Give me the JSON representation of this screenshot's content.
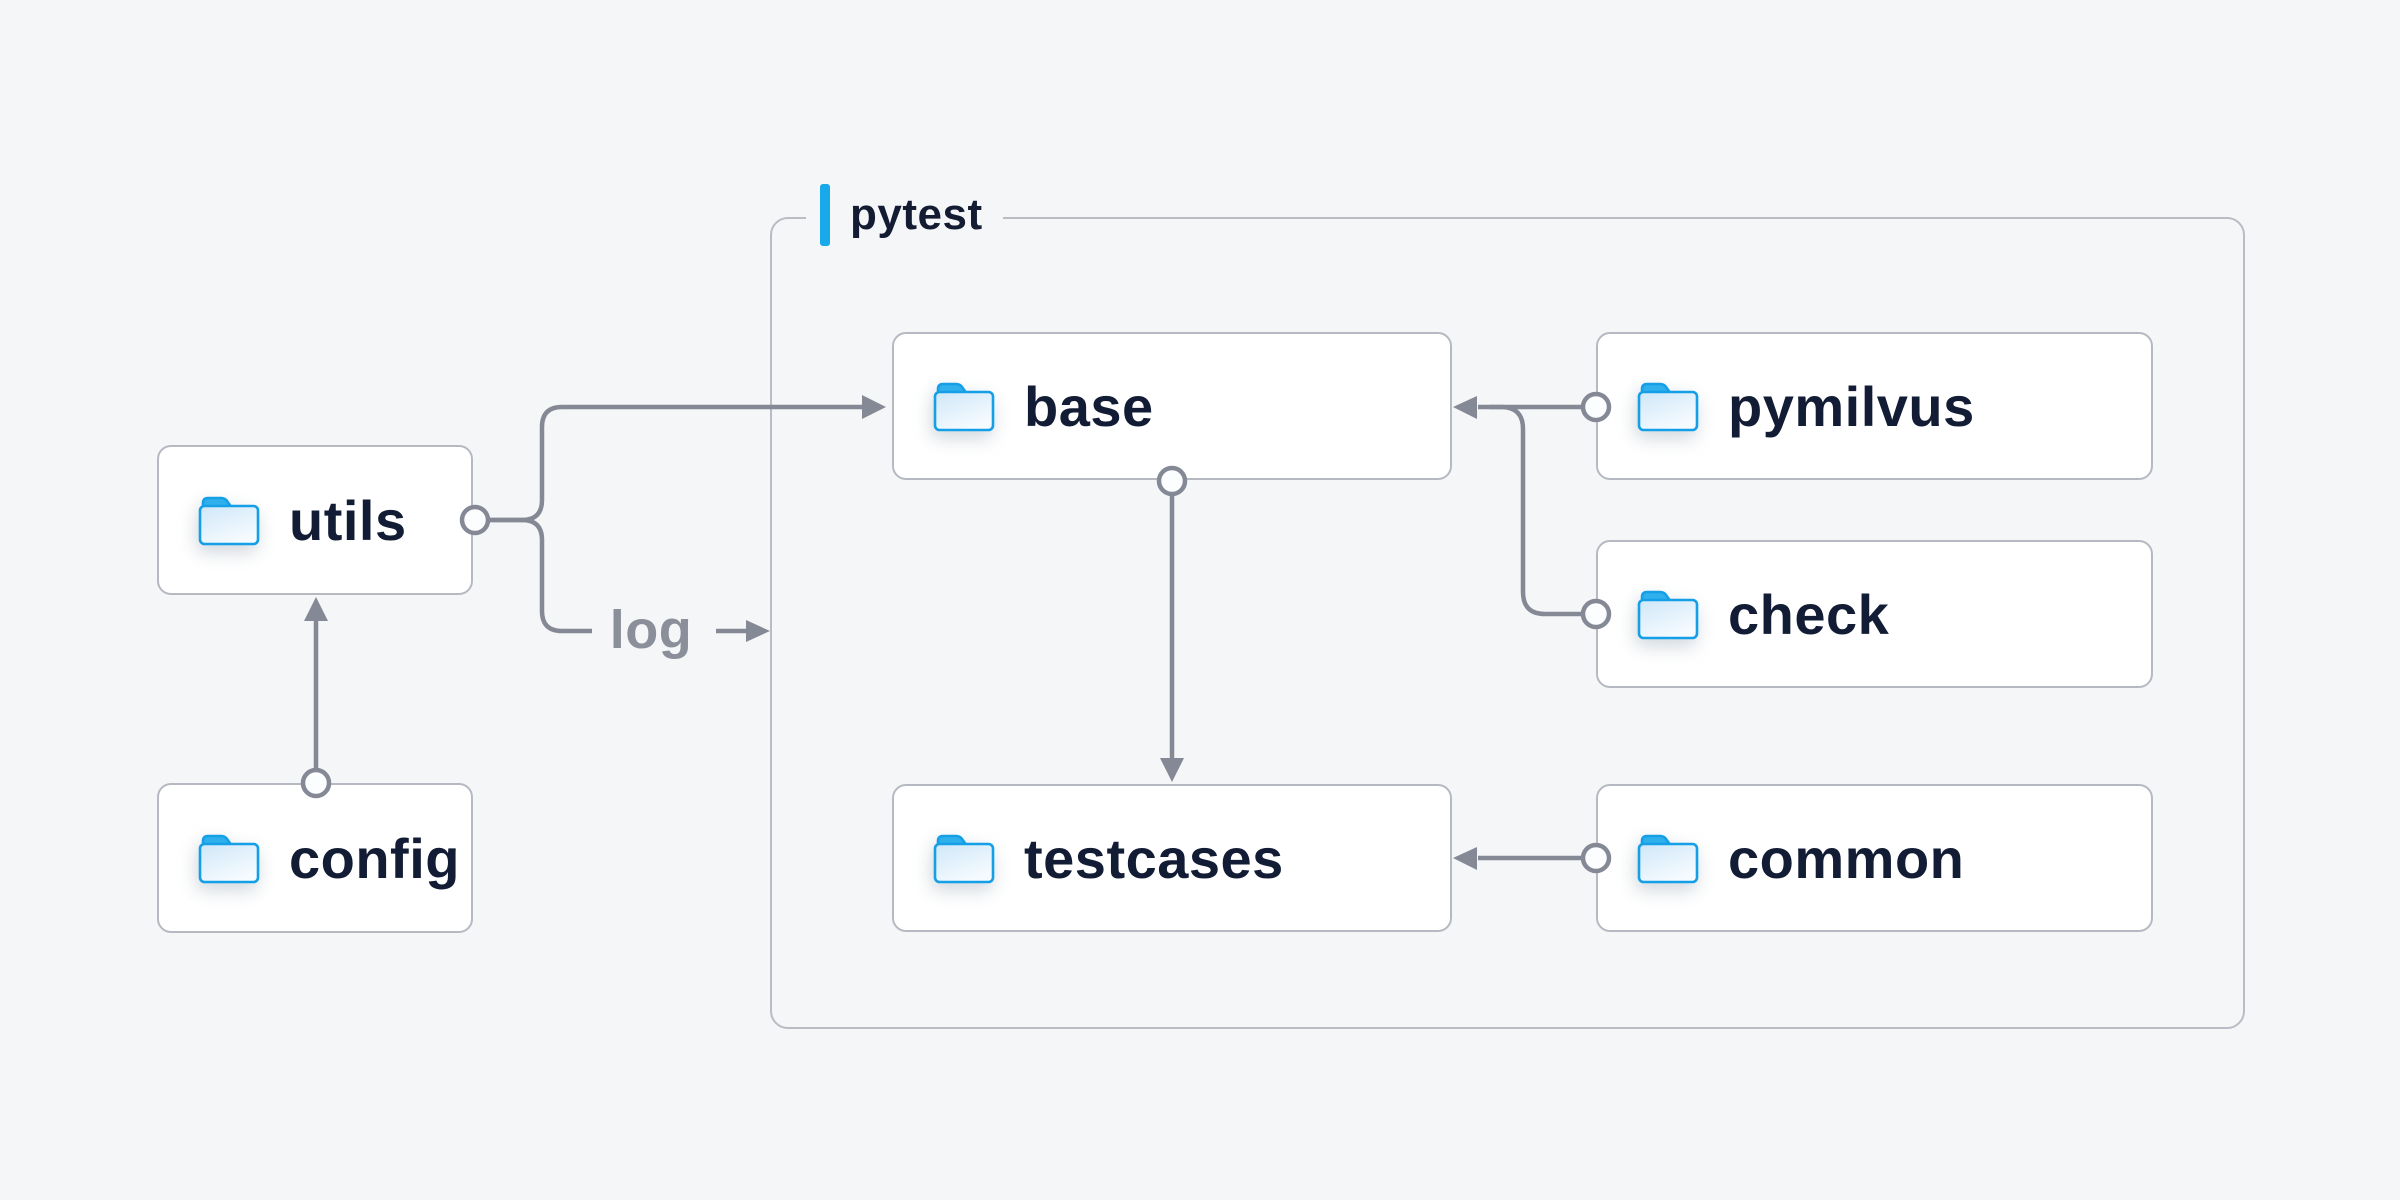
{
  "diagram": {
    "group_label": "pytest",
    "nodes": {
      "utils": "utils",
      "config": "config",
      "base": "base",
      "pymilvus": "pymilvus",
      "check": "check",
      "testcases": "testcases",
      "common": "common"
    },
    "edges": [
      {
        "from": "config",
        "to": "utils"
      },
      {
        "from": "utils",
        "to": "base"
      },
      {
        "from": "utils",
        "to": "log",
        "label": "log"
      },
      {
        "from": "pymilvus",
        "to": "base"
      },
      {
        "from": "check",
        "to": "base"
      },
      {
        "from": "base",
        "to": "testcases"
      },
      {
        "from": "common",
        "to": "testcases"
      }
    ],
    "icons": {
      "node_icon": "folder-icon"
    },
    "colors": {
      "background": "#f5f6f7",
      "node_background": "#ffffff",
      "node_border": "#b6b9c2",
      "node_text": "#121c34",
      "group_border": "#b9bcc5",
      "accent_blue": "#18a9ea",
      "folder_blue": "#149fe6",
      "connector_gray": "#848995",
      "edge_label_gray": "#8a8f9a"
    }
  }
}
